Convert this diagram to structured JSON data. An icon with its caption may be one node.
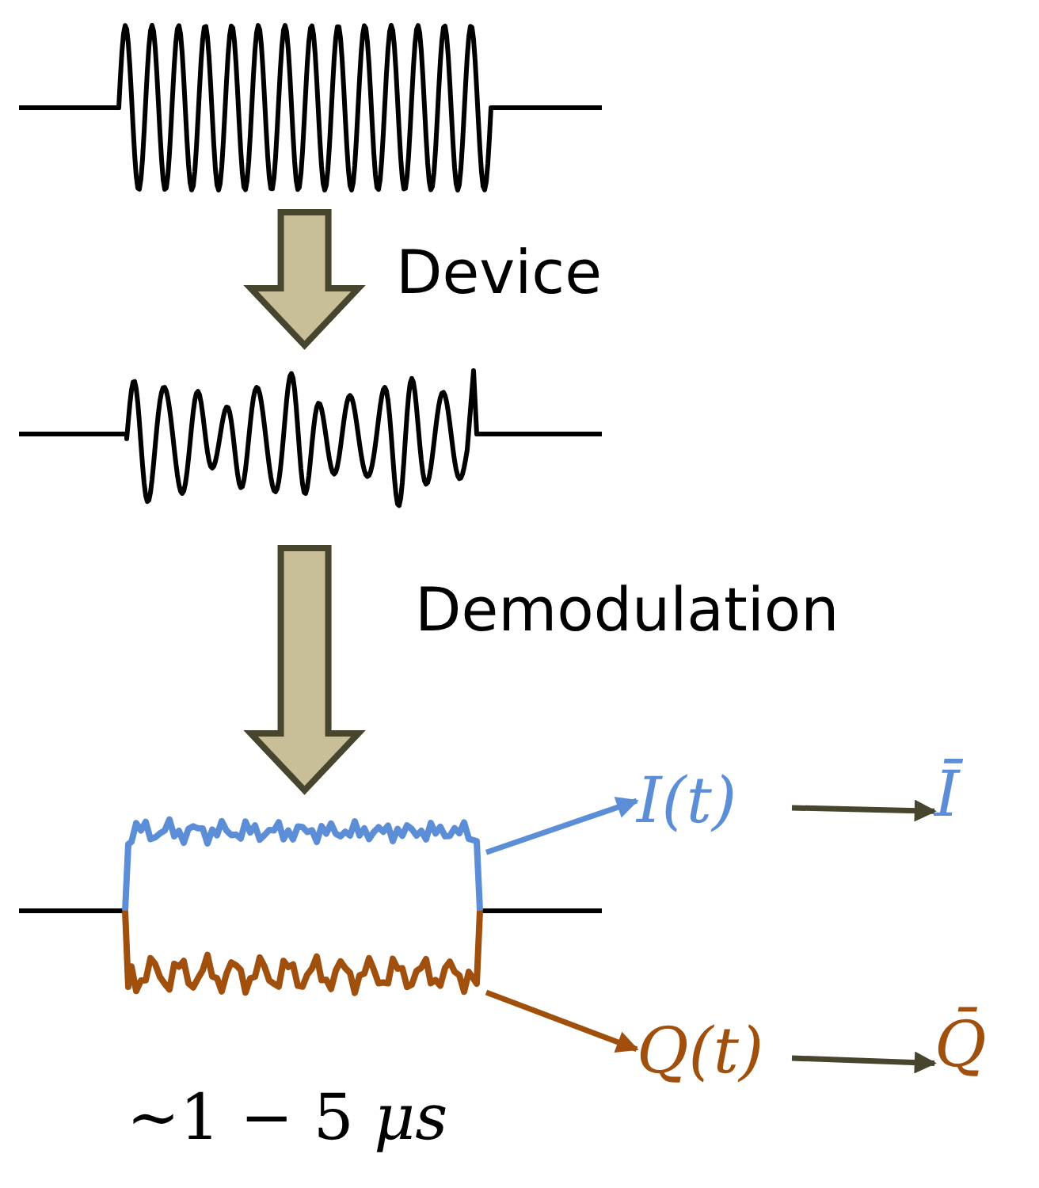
{
  "diagram": {
    "nodes": [
      {
        "text": [],
        "shape": "picture"
      },
      {
        "text": [],
        "shape": "picture"
      },
      {
        "text": [],
        "shape": "picture"
      },
      {
        "text": [
          "I(t)"
        ]
      },
      {
        "text": [
          "Ī"
        ]
      },
      {
        "text": [
          "Q(t)"
        ]
      },
      {
        "text": [
          "Q̄"
        ]
      }
    ],
    "edges": [
      {
        "from": 0,
        "to": 1,
        "arrow": "to",
        "label": "Device",
        "style": "thick"
      },
      {
        "from": 1,
        "to": 2,
        "arrow": "to",
        "label": "Demodulation",
        "style": "thick"
      },
      {
        "from": 2,
        "to": 3,
        "arrow": "to",
        "color": "#5b8ed6"
      },
      {
        "from": 3,
        "to": 4,
        "arrow": "to"
      },
      {
        "from": 2,
        "to": 5,
        "arrow": "to",
        "color": "#a04f0c"
      },
      {
        "from": 5,
        "to": 6,
        "arrow": "to"
      }
    ],
    "labels": [
      "∼1 − 5 *μs*"
    ]
  }
}
